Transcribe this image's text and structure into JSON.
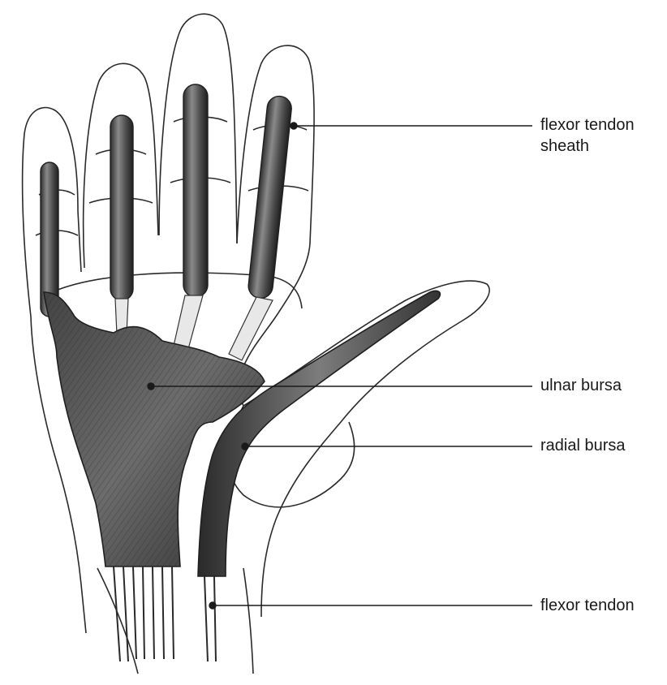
{
  "figure": {
    "labels": [
      {
        "id": "flexor-tendon-sheath",
        "lines": [
          "flexor tendon",
          "sheath"
        ]
      },
      {
        "id": "ulnar-bursa",
        "lines": [
          "ulnar bursa"
        ]
      },
      {
        "id": "radial-bursa",
        "lines": [
          "radial bursa"
        ]
      },
      {
        "id": "flexor-tendon",
        "lines": [
          "flexor tendon"
        ]
      }
    ]
  },
  "colors": {
    "outline": "#2a2a2a",
    "tendon_dark": "#3a3a3a",
    "tendon_mid": "#7a7a7a",
    "bursa_fill": "#555555",
    "leader": "#1a1a1a"
  }
}
